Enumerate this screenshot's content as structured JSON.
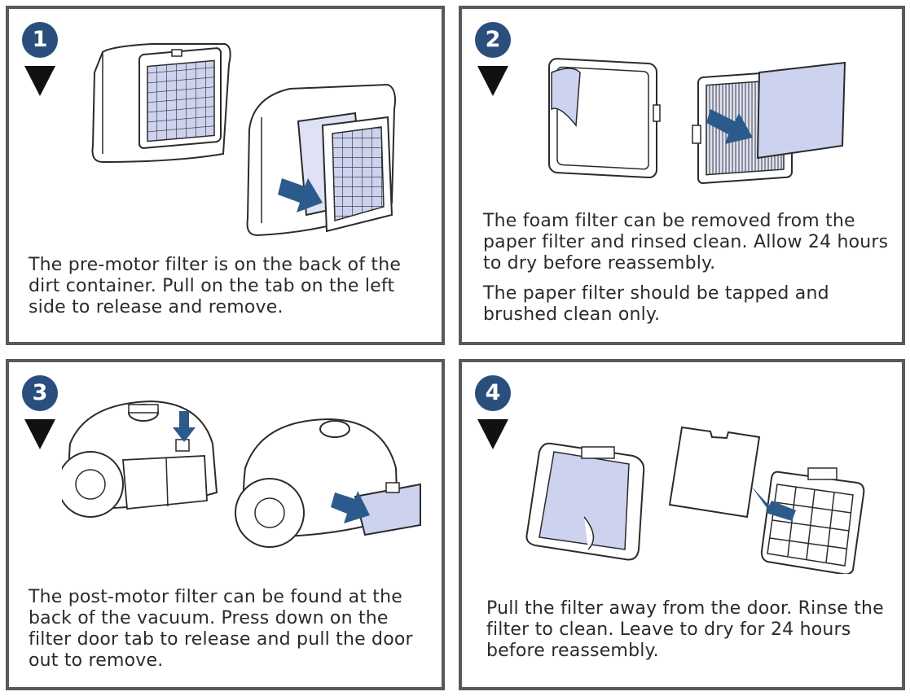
{
  "colors": {
    "border": "#555a5e",
    "badge": "#2a4f7c",
    "arrow": "#2d5a8c",
    "filter_fill": "#cdd2ee"
  },
  "steps": [
    {
      "number": "1",
      "paragraphs": [
        "The pre-motor filter is on the back of the dirt container.  Pull on the tab on the left side to release and remove."
      ]
    },
    {
      "number": "2",
      "paragraphs": [
        "The foam filter can be removed from the paper filter and rinsed clean.  Allow 24 hours to dry before reassembly.",
        "The paper filter should be tapped and brushed clean only."
      ]
    },
    {
      "number": "3",
      "paragraphs": [
        "The post-motor filter can be found at the back of the vacuum.  Press down on the filter door tab to release and pull the door out to remove."
      ]
    },
    {
      "number": "4",
      "paragraphs": [
        "Pull the filter away from the door.  Rinse the filter to clean.  Leave to dry for 24 hours before reassembly."
      ]
    }
  ]
}
